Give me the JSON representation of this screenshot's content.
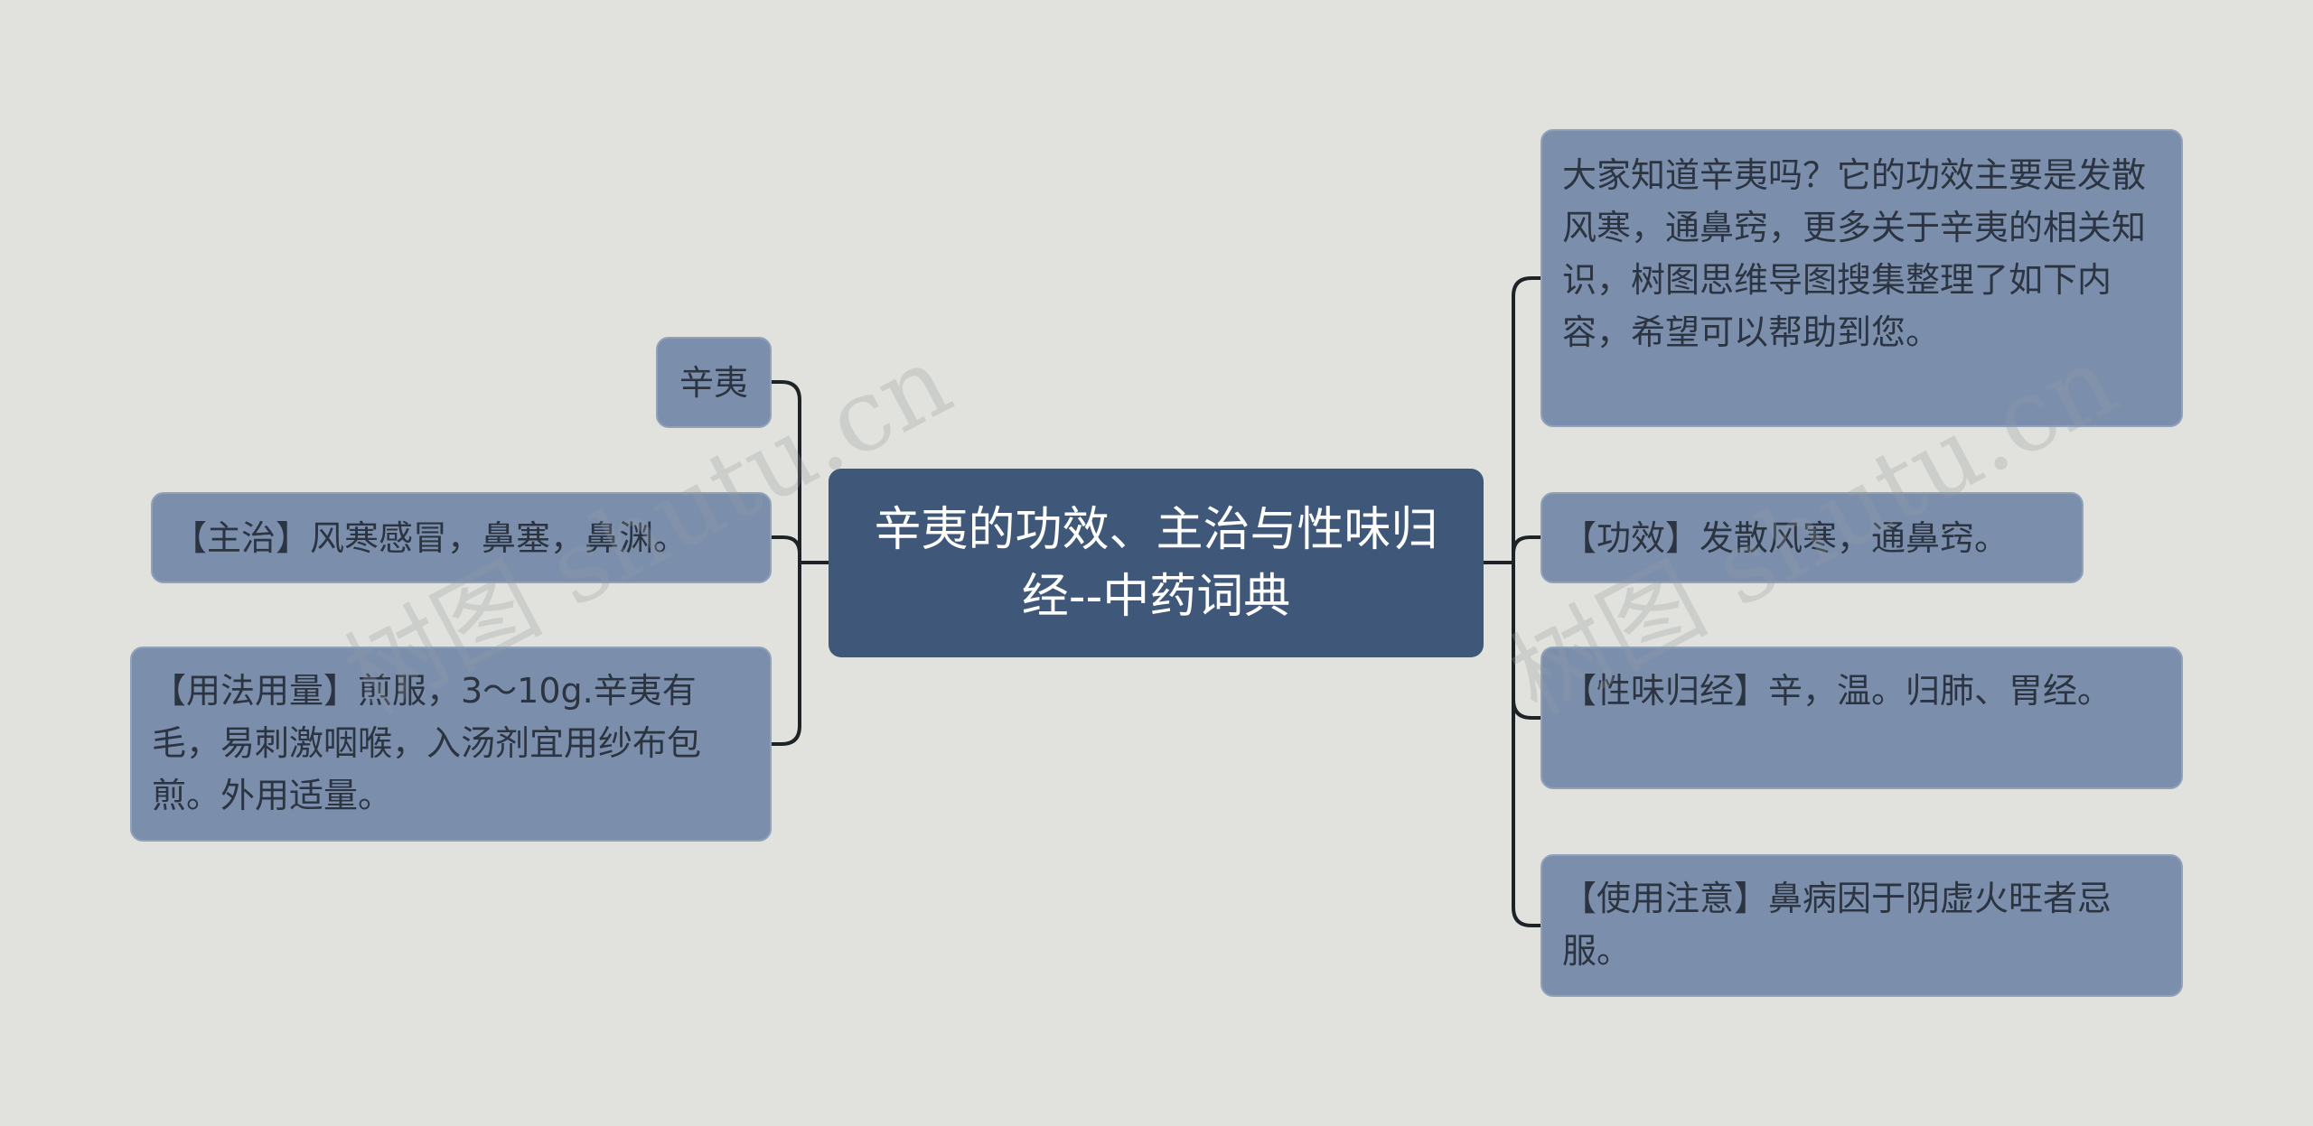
{
  "mindmap": {
    "root": "辛夷的功效、主治与性味归经--中药词典",
    "left": [
      "辛夷",
      "【主治】风寒感冒，鼻塞，鼻渊。",
      "【用法用量】煎服，3～10g.辛夷有毛，易刺激咽喉，入汤剂宜用纱布包煎。外用适量。"
    ],
    "right": [
      "大家知道辛夷吗？它的功效主要是发散风寒，通鼻窍，更多关于辛夷的相关知识，树图思维导图搜集整理了如下内容，希望可以帮助到您。",
      "【功效】发散风寒，通鼻窍。",
      "【性味归经】辛，温。归肺、胃经。",
      "【使用注意】鼻病因于阴虚火旺者忌服。"
    ]
  },
  "watermark": "树图 shutu.cn",
  "colors": {
    "background": "#e1e2dd",
    "root_fill": "#3f5879",
    "node_fill": "#7b8fad",
    "connector": "#1e2328"
  }
}
